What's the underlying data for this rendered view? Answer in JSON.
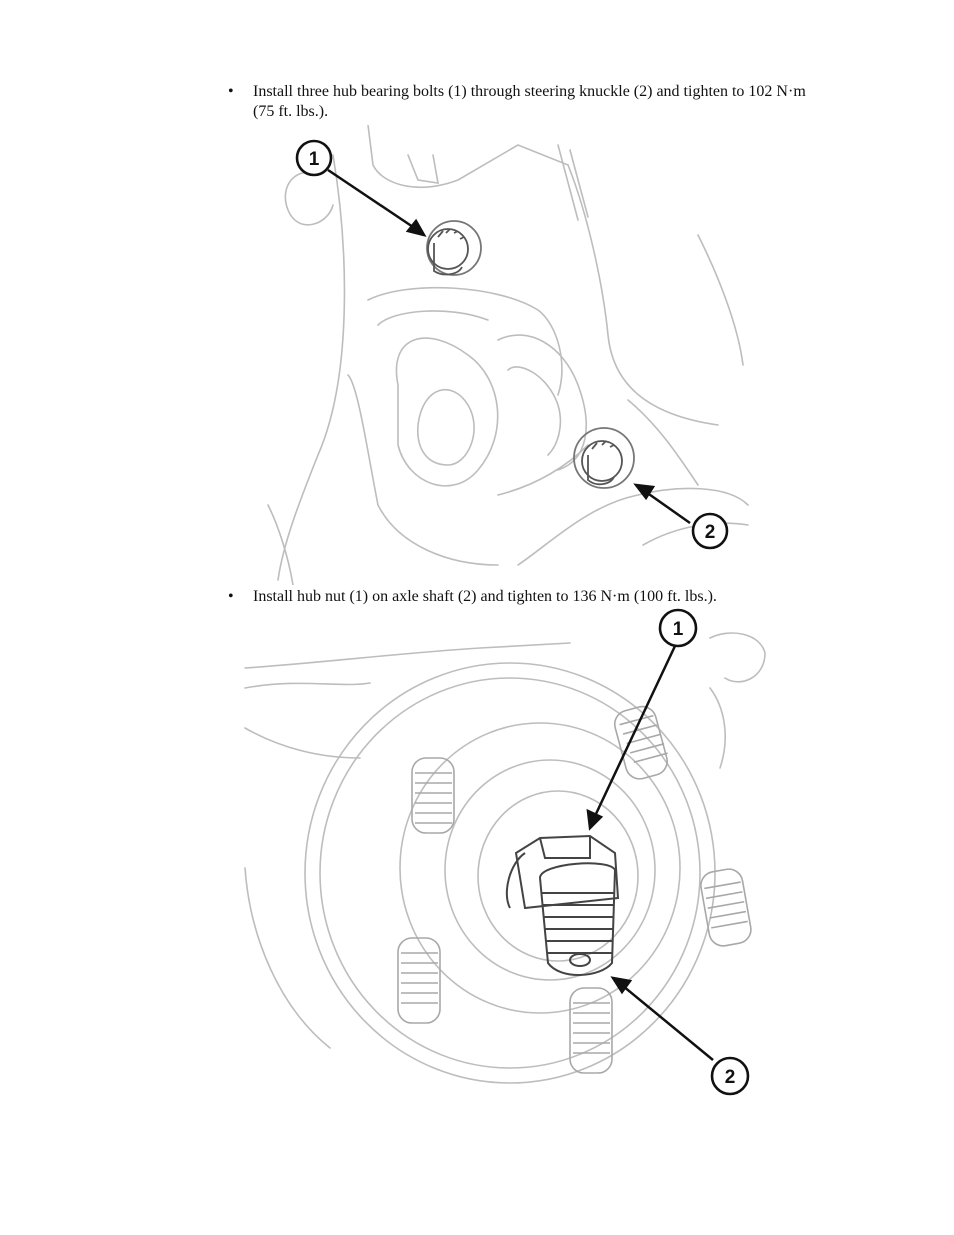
{
  "steps": [
    {
      "bullet": "•",
      "text": "Install three hub bearing bolts (1) through steering knuckle (2) and tighten to 102 N·m (75 ft. lbs.).",
      "callouts": [
        "1",
        "2"
      ]
    },
    {
      "bullet": "•",
      "text": "Install hub nut (1) on axle shaft (2) and tighten to 136 N·m (100 ft. lbs.).",
      "callouts": [
        "1",
        "2"
      ]
    }
  ]
}
